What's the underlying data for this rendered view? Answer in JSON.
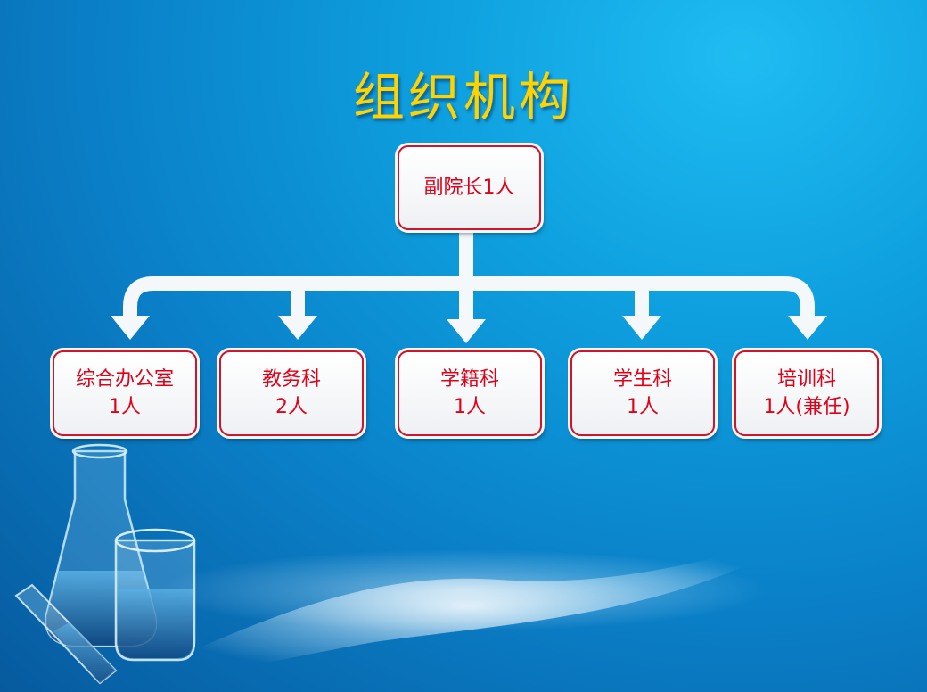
{
  "title": "组织机构",
  "root": {
    "label": "副院长1人"
  },
  "departments": [
    {
      "name": "综合办公室",
      "count": "1人"
    },
    {
      "name": "教务科",
      "count": "2人"
    },
    {
      "name": "学籍科",
      "count": "1人"
    },
    {
      "name": "学生科",
      "count": "1人"
    },
    {
      "name": "培训科",
      "count": "1人(兼任)"
    }
  ],
  "colors": {
    "title": "#ffd200",
    "box_text": "#e00018",
    "box_border": "#d0152a",
    "connector": "#ffffff"
  },
  "icons": {
    "decoration": "lab-glassware-illustration",
    "arrow": "down-arrow-icon"
  }
}
